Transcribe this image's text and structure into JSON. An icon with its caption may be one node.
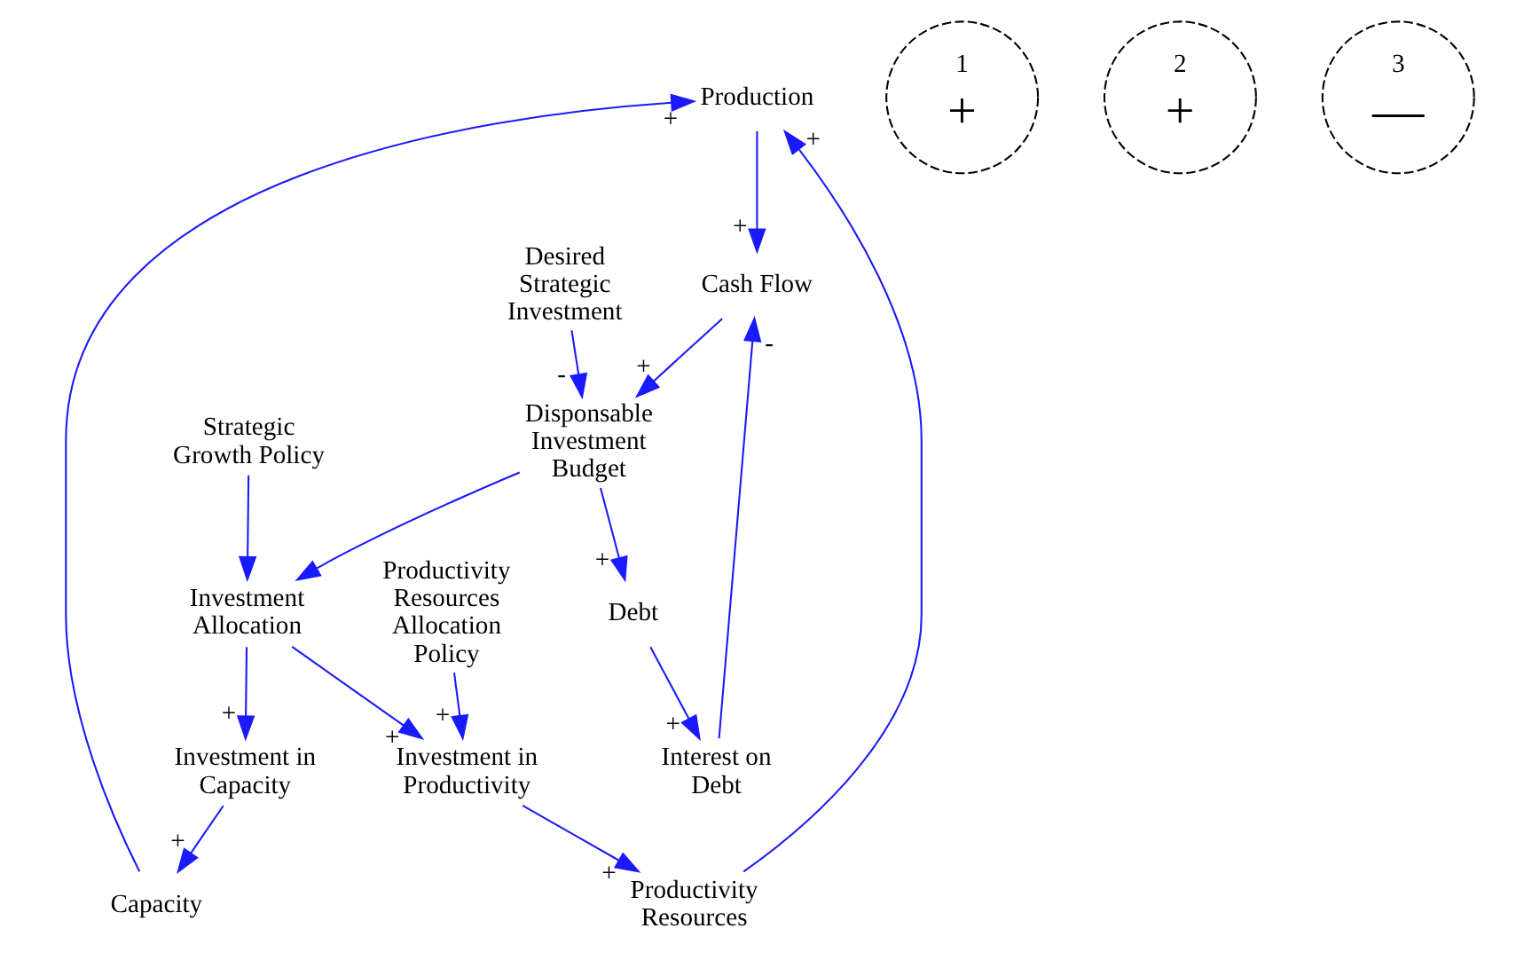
{
  "diagram": {
    "nodes": [
      {
        "text": [
          "Production"
        ]
      },
      {
        "text": [
          "Capacity"
        ]
      },
      {
        "text": [
          "Productivity Resources"
        ]
      },
      {
        "text": [
          "Cash Flow"
        ]
      },
      {
        "text": [
          "Interest on Debt"
        ]
      },
      {
        "text": [
          "Investment in Capacity"
        ]
      },
      {
        "text": [
          "Investment in Productivity"
        ]
      },
      {
        "text": [
          "Productivity Resources Allocation Policy"
        ]
      },
      {
        "text": [
          "Disponsable Investment Budget"
        ]
      },
      {
        "text": [
          "Debt"
        ]
      },
      {
        "text": [
          "Investment Allocation"
        ]
      },
      {
        "text": [
          "Strategic Growth Policy"
        ]
      },
      {
        "text": [
          "Desired Strategic Investment"
        ]
      }
    ],
    "edges": [
      {
        "from": 1,
        "to": 0,
        "arrow": "to",
        "label": "+"
      },
      {
        "from": 2,
        "to": 0,
        "arrow": "to",
        "label": "+"
      },
      {
        "from": 0,
        "to": 3,
        "arrow": "to",
        "label": "+"
      },
      {
        "from": 4,
        "to": 3,
        "arrow": "to",
        "label": "-"
      },
      {
        "from": 3,
        "to": 8,
        "arrow": "to",
        "label": "+"
      },
      {
        "from": 8,
        "to": 9,
        "arrow": "to",
        "label": "+"
      },
      {
        "from": 9,
        "to": 4,
        "arrow": "to",
        "label": "+"
      },
      {
        "from": 8,
        "to": 10,
        "arrow": "to"
      },
      {
        "from": 10,
        "to": 5,
        "arrow": "to",
        "label": "+"
      },
      {
        "from": 10,
        "to": 6,
        "arrow": "to",
        "label": "+"
      },
      {
        "from": 5,
        "to": 1,
        "arrow": "to",
        "label": "+"
      },
      {
        "from": 6,
        "to": 2,
        "arrow": "to",
        "label": "+"
      },
      {
        "from": 7,
        "to": 6,
        "arrow": "to",
        "label": "+"
      },
      {
        "from": 11,
        "to": 10,
        "arrow": "to"
      },
      {
        "from": 12,
        "to": 8,
        "arrow": "to",
        "label": "-"
      }
    ],
    "labels": [
      "1",
      "+",
      "2",
      "+",
      "3",
      "—"
    ]
  }
}
